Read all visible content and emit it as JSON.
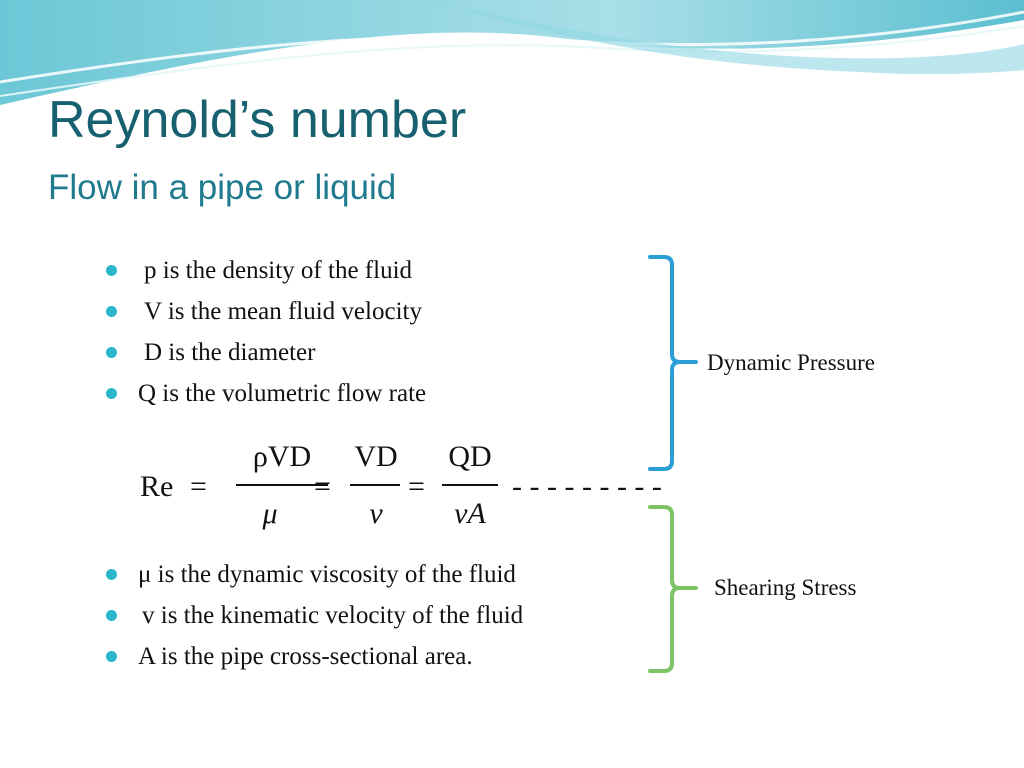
{
  "slide": {
    "title": "Reynold’s number",
    "subtitle": "Flow in a pipe or liquid"
  },
  "top_bullets": [
    "p is the density of the fluid",
    "V is the mean fluid velocity",
    "D is the diameter",
    "Q is the volumetric flow rate"
  ],
  "formula": {
    "lhs": "Re",
    "eq": "=",
    "frac1_num": "ρVD",
    "frac1_den": "μ",
    "frac2_num": "VD",
    "frac2_den": "ν",
    "frac3_num": "QD",
    "frac3_den": "νA",
    "dashes": "- - - - - - - - -"
  },
  "bottom_bullets": [
    "μ  is the dynamic viscosity of the fluid",
    "v is the kinematic velocity of the fluid",
    "A is the pipe cross-sectional area."
  ],
  "annotations": {
    "top_label": "Dynamic Pressure",
    "bottom_label": "Shearing Stress"
  },
  "colors": {
    "title": "#17606f",
    "bullet": "#2ab7c9",
    "brace_top": "#2a9fd6",
    "brace_bottom": "#7cc464",
    "wave_dark": "#5ec3d2",
    "wave_light": "#bfe9ef"
  },
  "icons": {
    "bullet": "round-bullet-icon",
    "brace_top": "right-curly-brace-icon",
    "brace_bottom": "right-curly-brace-icon"
  }
}
